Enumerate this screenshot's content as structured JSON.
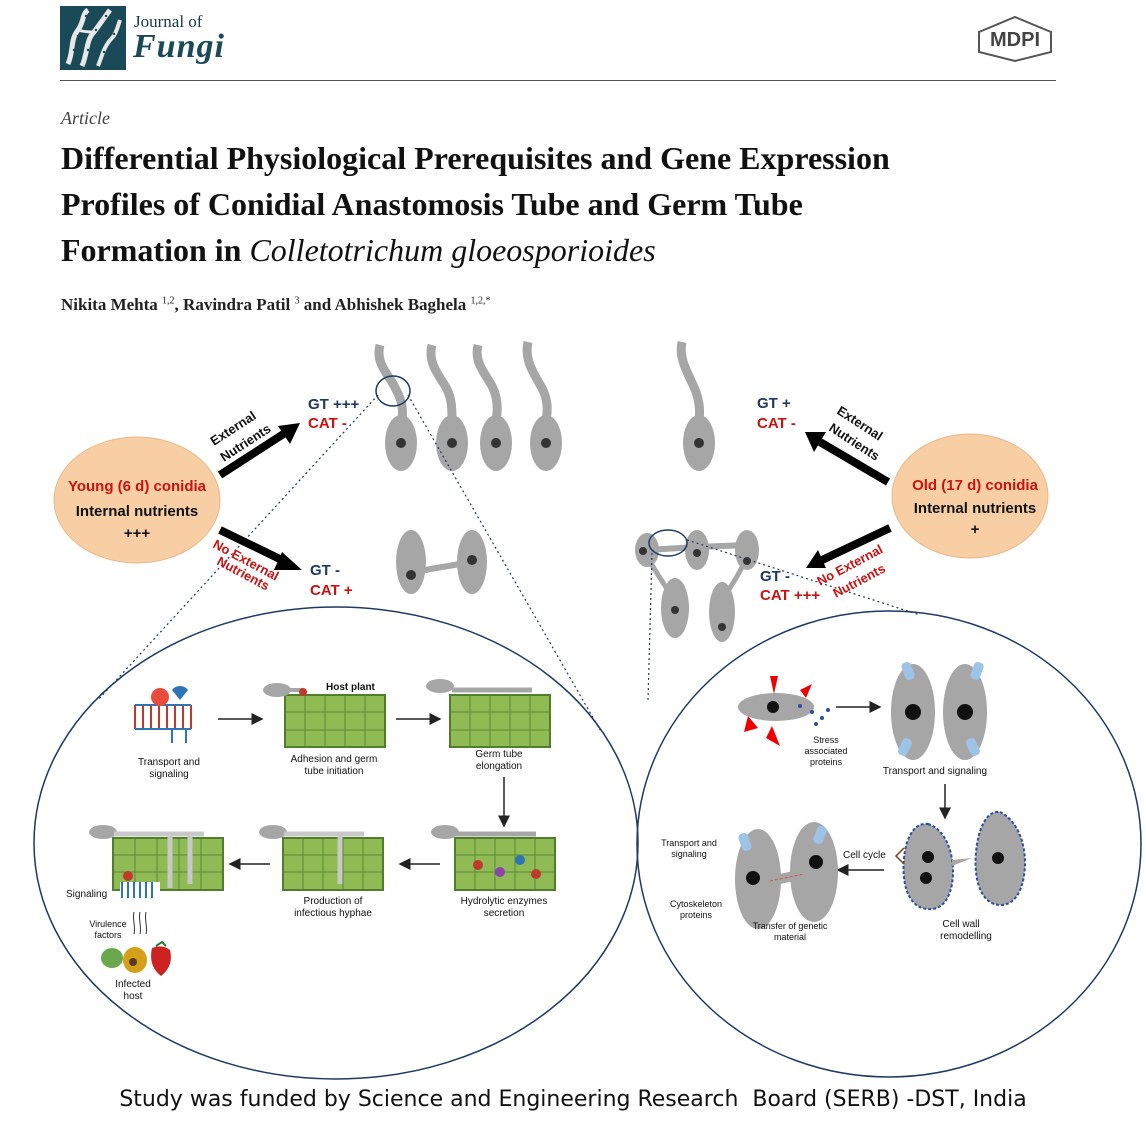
{
  "header": {
    "journal_prefix": "Journal of",
    "journal_name": "Fungi",
    "publisher": "MDPI"
  },
  "article": {
    "type": "Article",
    "title_lines": [
      "Differential Physiological Prerequisites and Gene Expression",
      "Profiles of Conidial Anastomosis Tube and Germ Tube",
      "Formation in "
    ],
    "title_species": "Colletotrichum gloeosporioides",
    "authors": [
      {
        "name": "Nikita Mehta",
        "aff": "1,2"
      },
      {
        "name": "Ravindra Patil",
        "aff": "3"
      },
      {
        "name": "Abhishek Baghela",
        "aff": "1,2,*"
      }
    ],
    "author_sep_1": ", ",
    "author_sep_2": " and "
  },
  "figure": {
    "young": {
      "title": "Young (6 d) conidia",
      "line2": "Internal nutrients",
      "line3": "+++"
    },
    "old": {
      "title": "Old (17 d) conidia",
      "line2": "Internal nutrients",
      "line3": "+"
    },
    "external_l1": "External",
    "external_l2": "Nutrients",
    "noext_l1": "No External",
    "noext_l2": "Nutrients",
    "left_gt_top": "GT +++",
    "left_cat_top": "CAT -",
    "left_gt_bot": "GT -",
    "left_cat_bot": "CAT +",
    "right_gt_top": "GT +",
    "right_cat_top": "CAT -",
    "right_gt_bot": "GT -",
    "right_cat_bot": "CAT +++",
    "left_labels": {
      "host_plant": "Host plant",
      "transport_1": "Transport and",
      "transport_2": "signaling",
      "adhesion_1": "Adhesion and germ",
      "adhesion_2": "tube initiation",
      "germ_1": "Germ tube",
      "germ_2": "elongation",
      "hydro_1": "Hydrolytic enzymes",
      "hydro_2": "secretion",
      "prod_1": "Production of",
      "prod_2": "infectious hyphae",
      "signaling": "Signaling",
      "virulence_1": "Virulence",
      "virulence_2": "factors",
      "infected_1": "Infected",
      "infected_2": "host"
    },
    "right_labels": {
      "stress_1": "Stress",
      "stress_2": "associated",
      "stress_3": "proteins",
      "transport_sig": "Transport and signaling",
      "transport_1": "Transport and",
      "transport_2": "signaling",
      "cell_cycle": "Cell cycle",
      "cyto_1": "Cytoskeleton",
      "cyto_2": "proteins",
      "transfer_1": "Transfer of genetic",
      "transfer_2": "material",
      "wall_1": "Cell wall",
      "wall_2": "remodelling"
    },
    "colors": {
      "red": "#cc1111",
      "navy": "#1f3864",
      "peach": "#f8cfa5",
      "conidia": "#a6a6a6",
      "tissue": "#8fba54"
    }
  },
  "funding": "Study was funded by Science and Engineering Research  Board (SERB) -DST, India"
}
